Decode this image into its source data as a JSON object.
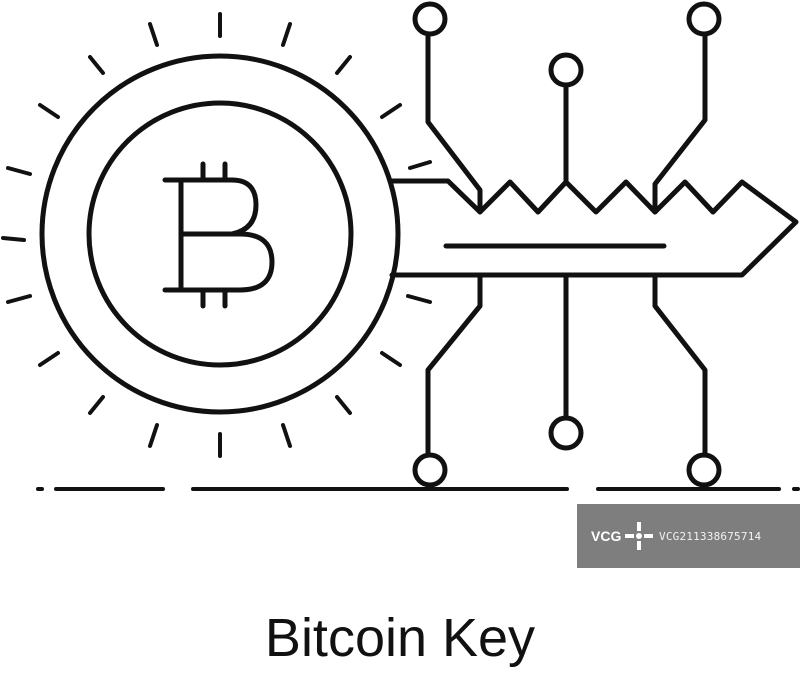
{
  "title": "Bitcoin Key",
  "watermark": {
    "brand": "VCG",
    "id": "VCG211338675714"
  },
  "icons": [
    "bitcoin-coin-icon",
    "key-icon",
    "circuit-node-icon"
  ],
  "colors": {
    "line": "#111111",
    "background": "#ffffff",
    "watermark_bg": "#5a5a5a"
  }
}
